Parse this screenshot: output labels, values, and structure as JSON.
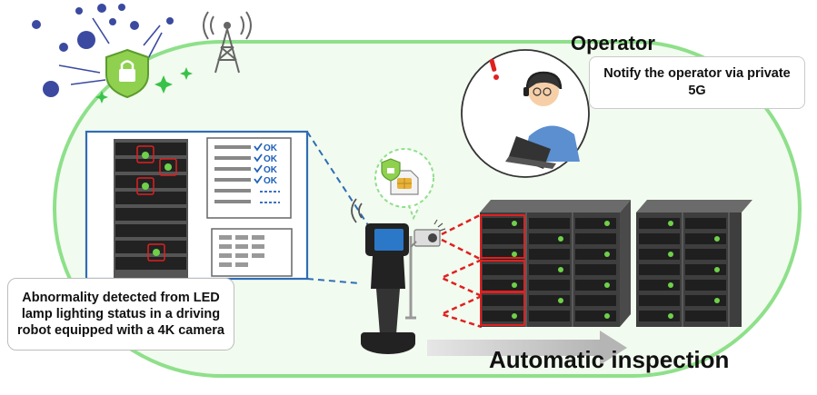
{
  "operator": {
    "title": "Operator",
    "notify_text": "Notify the operator via private 5G"
  },
  "detection": {
    "note": "Abnormality detected from LED lamp lighting status in a driving robot equipped with a 4K camera",
    "checklist_status": [
      "OK",
      "OK",
      "OK",
      "OK"
    ]
  },
  "inspection": {
    "title": "Automatic inspection"
  },
  "colors": {
    "loop_green": "#8ee08a",
    "loop_fill": "#f2fbef",
    "detail_frame_blue": "#2f6db5",
    "check_blue": "#1e5fb8",
    "alert_red": "#e02020",
    "led_green": "#6fd04a",
    "arrow_gray": "#bfbfbf",
    "shield_green": "#8fd14f"
  },
  "icons": [
    "virus-icon",
    "shield-lock-icon",
    "antenna-tower-icon",
    "sim-card-icon",
    "camera-icon",
    "wireless-signal-icon",
    "exclamation-icon"
  ]
}
